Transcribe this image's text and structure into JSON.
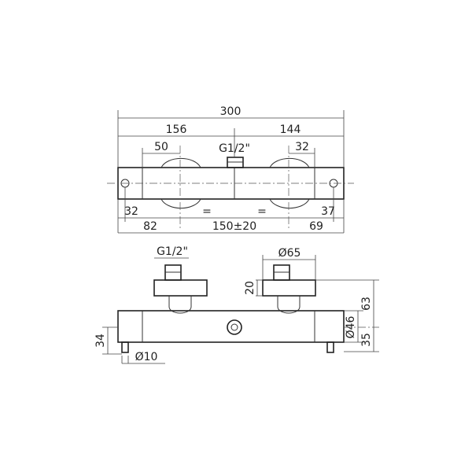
{
  "top_view": {
    "dims": {
      "total_width": "300",
      "left_width": "156",
      "right_width": "144",
      "left_knob": "50",
      "inlet_label": "G1/2\"",
      "right_knob": "32",
      "left_end": "32",
      "eq_left": "=",
      "eq_right": "=",
      "right_end": "37",
      "left_offset": "82",
      "center_distance": "150±20",
      "right_offset": "69"
    }
  },
  "side_view": {
    "dims": {
      "inlet_label": "G1/2\"",
      "rosette_diameter": "Ø65",
      "nut_height": "20",
      "total_depth": "63",
      "body_diameter": "Ø46",
      "body_center": "35",
      "leg_height": "34",
      "outlet_diameter": "Ø10"
    }
  }
}
